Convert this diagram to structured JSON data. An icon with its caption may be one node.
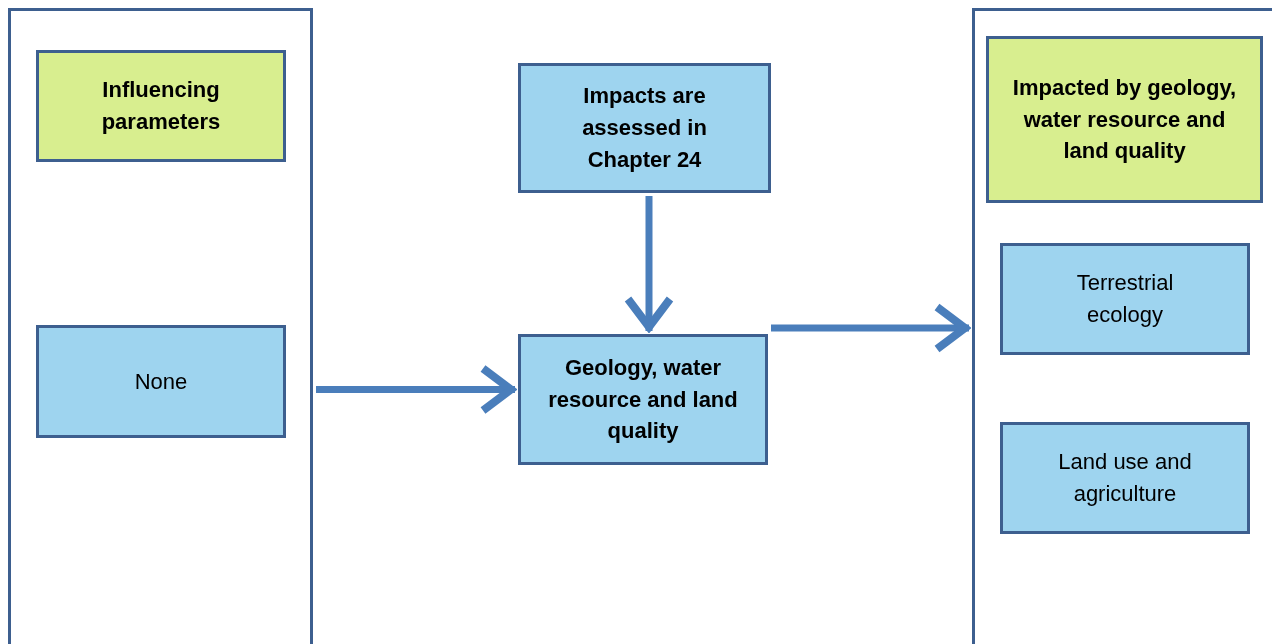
{
  "diagram": {
    "nodes": [
      {
        "text": [],
        "shape": "box"
      },
      {
        "text": [
          "Influencing parameters"
        ],
        "in": 0
      },
      {
        "text": [
          "None"
        ],
        "in": 0
      },
      {
        "text": [
          "Impacts are assessed in Chapter 24"
        ]
      },
      {
        "text": [
          "Geology, water resource and land quality"
        ]
      },
      {
        "text": [],
        "shape": "box"
      },
      {
        "text": [
          "Impacted by geology, water resource and land quality"
        ],
        "in": 5
      },
      {
        "text": [
          "Terrestrial ecology"
        ],
        "in": 5
      },
      {
        "text": [
          "Land use and agriculture"
        ],
        "in": 5
      }
    ],
    "edges": [
      {
        "from": 0,
        "to": 4,
        "arrow": "to"
      },
      {
        "from": 3,
        "to": 4,
        "arrow": "to"
      },
      {
        "from": 4,
        "to": 5,
        "arrow": "to"
      }
    ]
  }
}
